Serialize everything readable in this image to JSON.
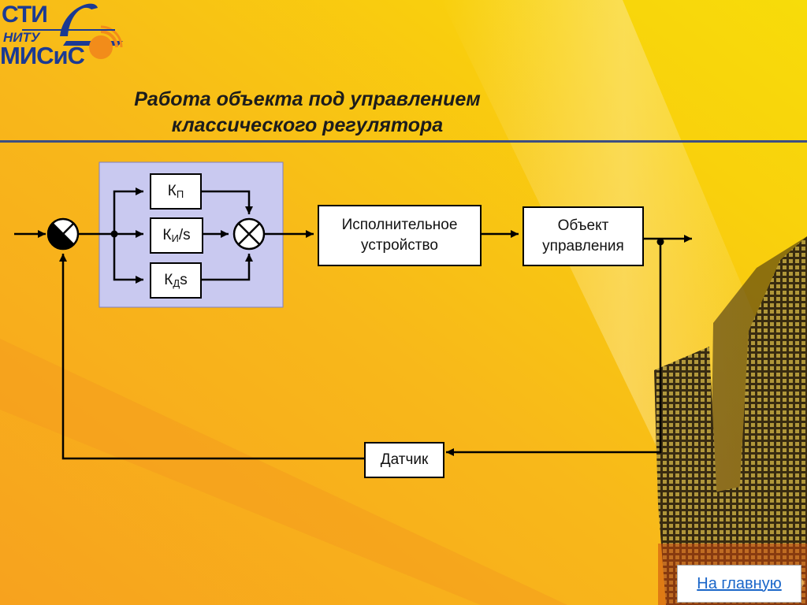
{
  "logo": {
    "line1": "СТИ",
    "line2": "НИТУ",
    "line3": "МИСиС"
  },
  "title": {
    "line1": "Работа объекта под управлением",
    "line2": "классического регулятора"
  },
  "blocks": {
    "kp": {
      "base": "К",
      "sub": "П",
      "suffix": ""
    },
    "ki": {
      "base": "К",
      "sub": "И",
      "suffix": "/s"
    },
    "kd": {
      "base": "К",
      "sub": "Д",
      "suffix": "s"
    },
    "actuator": {
      "line1": "Исполнительное",
      "line2": "устройство"
    },
    "plant": {
      "line1": "Объект",
      "line2": "управления"
    },
    "sensor": "Датчик"
  },
  "nav": {
    "home_label": "На главную"
  },
  "colors": {
    "logo_blue": "#1b3a93",
    "rule": "#3d4e82",
    "pid_panel": "#c9c9f0",
    "link": "#1a66c9"
  }
}
